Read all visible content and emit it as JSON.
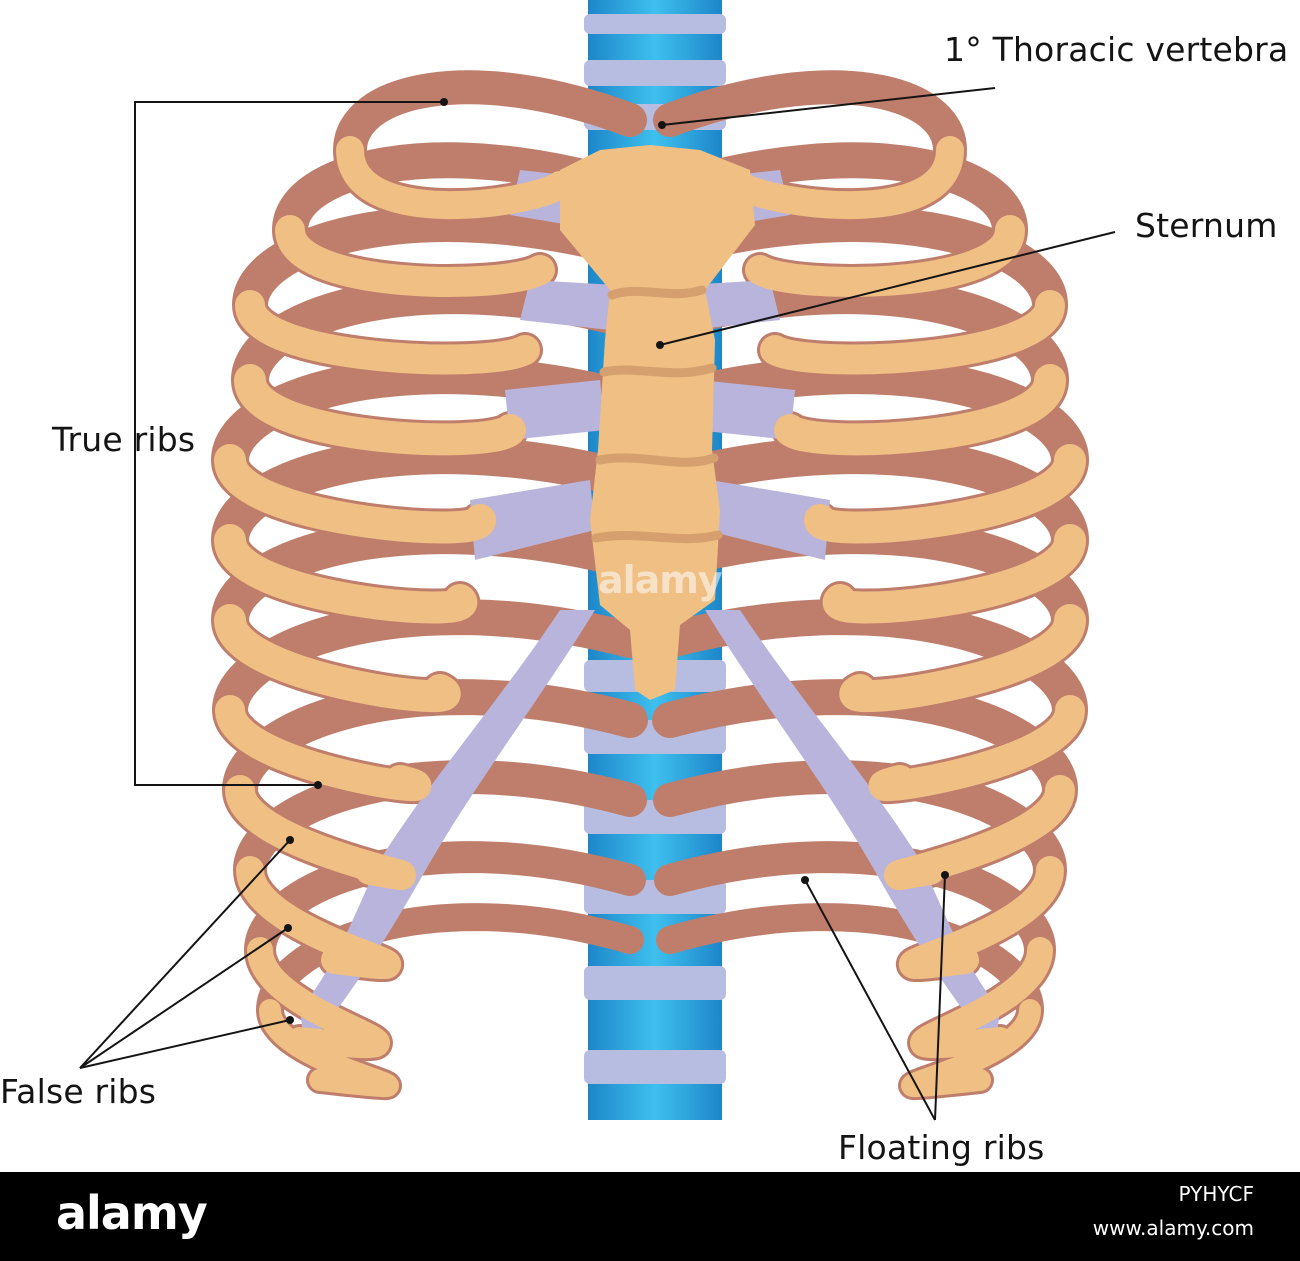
{
  "labels": {
    "thoracic_vertebra": "1° Thoracic vertebra",
    "sternum": "Sternum",
    "true_ribs": "True ribs",
    "false_ribs": "False ribs",
    "floating_ribs": "Floating ribs"
  },
  "watermark": {
    "text": "alamy"
  },
  "footer": {
    "brand": "alamy",
    "image_id": "PYHYCF",
    "site": "www.alamy.com"
  },
  "colors": {
    "bone": "#efbf84",
    "bone_inner": "#bf7e6c",
    "cartilage": "#b9b4dc",
    "vertebra_body": "#2aa8de",
    "intervertebral_disc": "#b6bde0",
    "leader_line": "#141414"
  }
}
